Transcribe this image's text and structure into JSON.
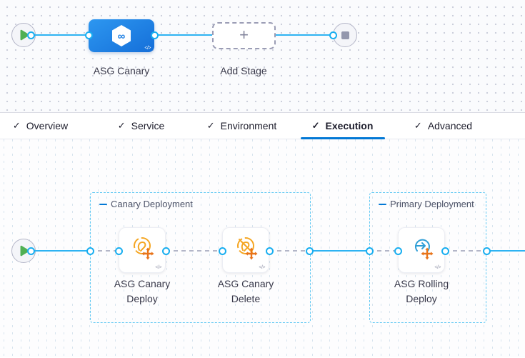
{
  "stage_pipeline": {
    "stage": {
      "name": "ASG Canary"
    },
    "add_stage": {
      "label": "Add Stage"
    }
  },
  "tabs": [
    {
      "label": "Overview"
    },
    {
      "label": "Service"
    },
    {
      "label": "Environment"
    },
    {
      "label": "Execution"
    },
    {
      "label": "Advanced"
    }
  ],
  "active_tab": "Execution",
  "execution": {
    "groups": [
      {
        "label": "Canary Deployment"
      },
      {
        "label": "Primary Deployment"
      }
    ],
    "steps": [
      {
        "label": "ASG Canary Deploy"
      },
      {
        "label": "ASG Canary Delete"
      },
      {
        "label": "ASG Rolling Deploy"
      }
    ]
  },
  "glyphs": {
    "check": "✓",
    "plus": "+",
    "infinity": "∞",
    "code": "</>"
  },
  "colors": {
    "accent_blue": "#0278d5",
    "flow_line_cyan": "#2eb3f2",
    "stage_blue": "#1d84e7",
    "step_icon_orange": "#f5a623",
    "step_arrow_orange": "#e8741a",
    "rolling_icon_blue": "#2f9ed6",
    "play_green": "#50b054"
  }
}
